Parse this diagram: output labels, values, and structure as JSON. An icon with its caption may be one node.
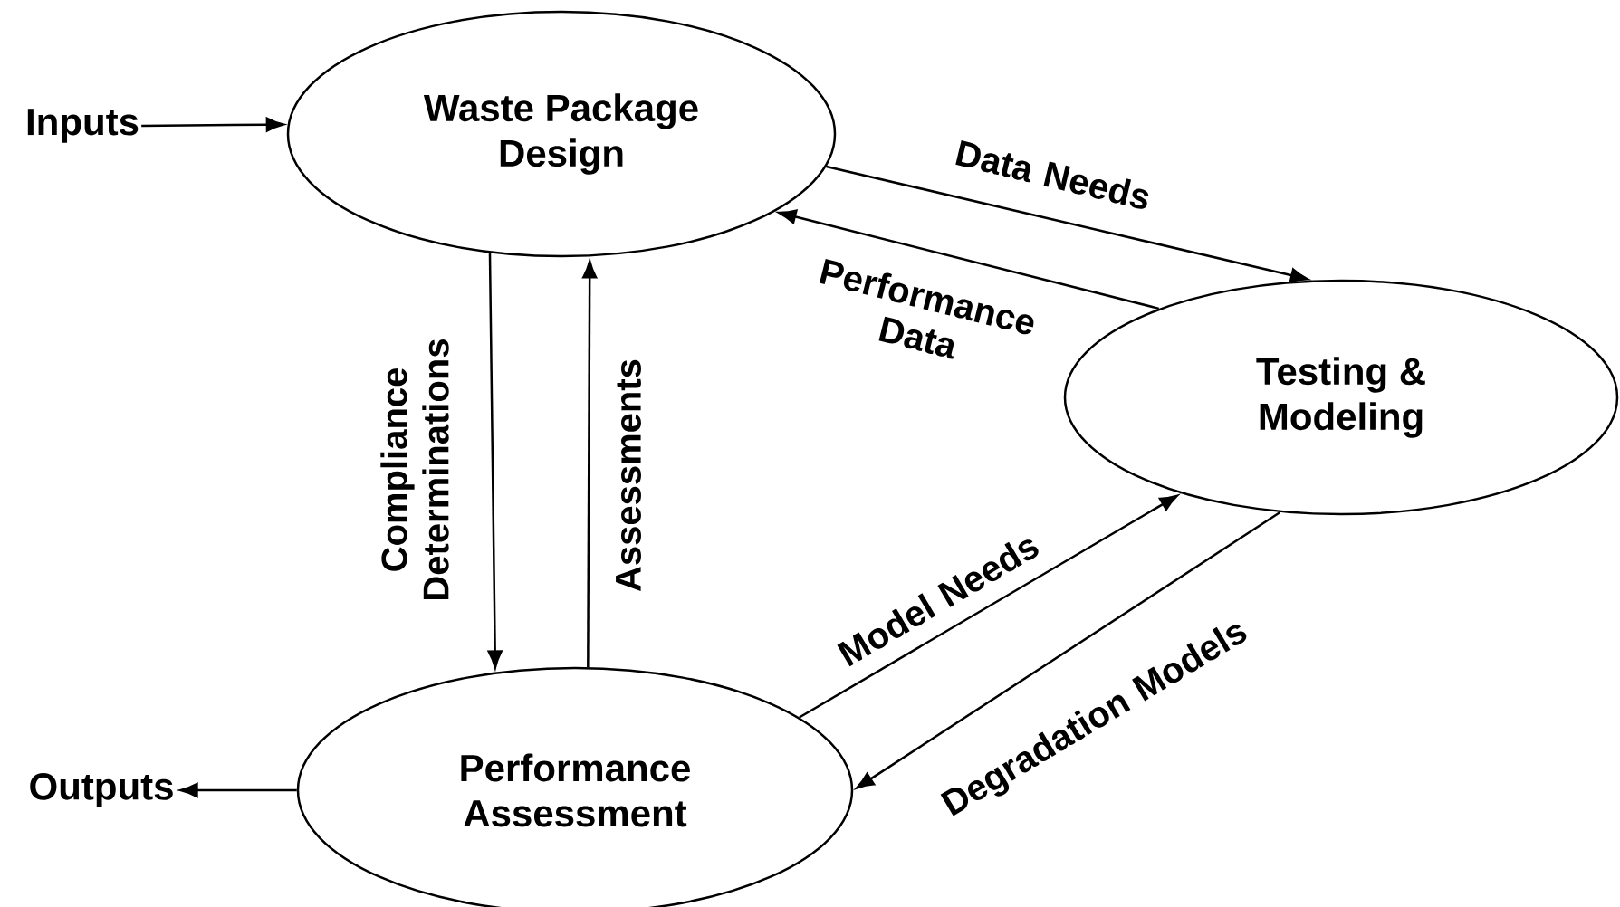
{
  "diagram": {
    "nodes": [
      {
        "text": [
          "Inputs"
        ]
      },
      {
        "text": [
          "Waste Package Design"
        ]
      },
      {
        "text": [
          "Testing & Modeling"
        ]
      },
      {
        "text": [
          "Outputs"
        ]
      },
      {
        "text": [
          "Performance Assessment"
        ]
      }
    ],
    "edges": [
      {
        "from": 0,
        "to": 1,
        "arrow": "to"
      },
      {
        "from": 1,
        "to": 2,
        "arrow": "to",
        "label": "Data Needs"
      },
      {
        "from": 2,
        "to": 1,
        "arrow": "to",
        "label": "Performance Data"
      },
      {
        "from": 1,
        "to": 4,
        "arrow": "to",
        "label": "Compliance Determinations"
      },
      {
        "from": 4,
        "to": 1,
        "arrow": "to",
        "label": "Assessments"
      },
      {
        "from": 4,
        "to": 2,
        "arrow": "to",
        "label": "Model Needs"
      },
      {
        "from": 2,
        "to": 4,
        "arrow": "to",
        "label": "Degradation Models"
      },
      {
        "from": 4,
        "to": 3,
        "arrow": "to"
      }
    ]
  }
}
